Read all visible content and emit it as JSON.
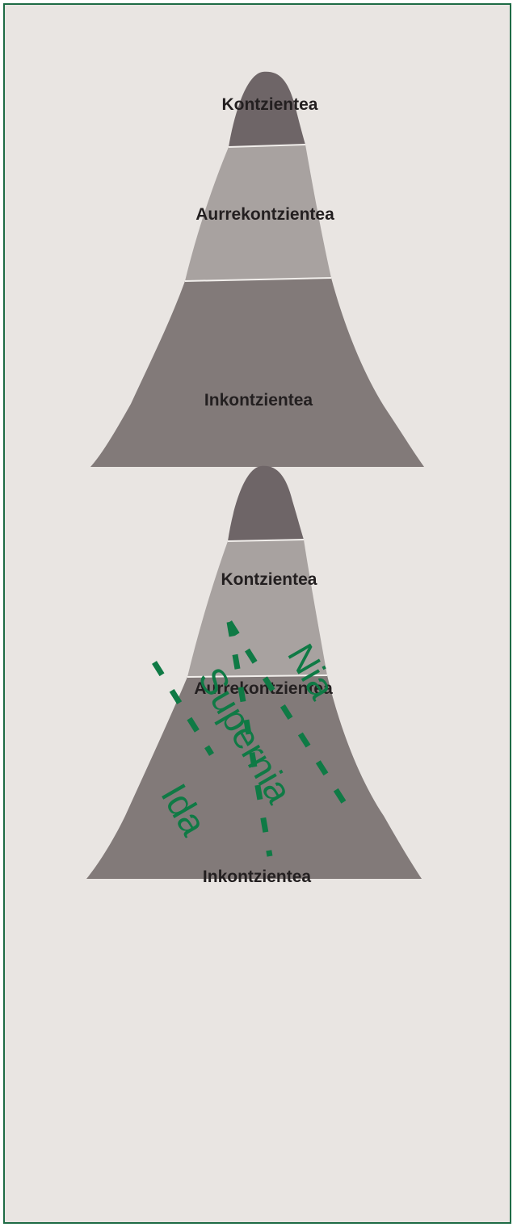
{
  "colors": {
    "frame_border": "#1e6b45",
    "background": "#e9e5e2",
    "top_layer": "#6e6567",
    "middle_layer": "#a8a2a0",
    "bottom_layer": "#827a79",
    "overlay": "#0f7a45",
    "text": "#231f20"
  },
  "diagram_top": {
    "layers": {
      "conscious": "Kontzientea",
      "preconscious": "Aurrekontzientea",
      "unconscious": "Inkontzientea"
    }
  },
  "diagram_bottom": {
    "layers": {
      "conscious": "Kontzientea",
      "preconscious": "Aurrekontzientea",
      "unconscious": "Inkontzientea"
    },
    "structures": {
      "id": "Ida",
      "superego": "Supernia",
      "ego": "Nia"
    }
  }
}
